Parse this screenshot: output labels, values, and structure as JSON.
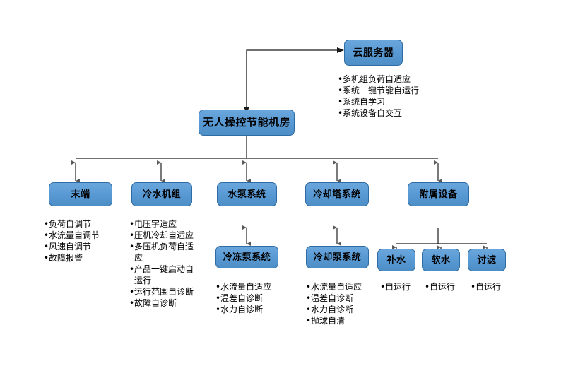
{
  "diagram": {
    "title_node": "无人操控节能机房",
    "cloud_node": "云服务器",
    "cloud_bullets": [
      "多机组负荷自适应",
      "系统一键节能自运行",
      "系统自学习",
      "系统设备自交互"
    ],
    "branches": [
      {
        "label": "末端",
        "bullets": [
          "负荷自调节",
          "水流量自调节",
          "风速自调节",
          "故障报警"
        ],
        "children": []
      },
      {
        "label": "冷水机组",
        "bullets": [
          "电压字适应",
          "压机冷却自适应",
          "多压机负荷自适应",
          "产品一键启动自运行",
          "运行范围自诊断",
          "故障自诊断"
        ],
        "children": []
      },
      {
        "label": "水泵系统",
        "bullets": [],
        "children": [
          {
            "label": "冷冻泵系统",
            "bullets": [
              "水流量自适应",
              "温差自诊断",
              "水力自诊断"
            ]
          }
        ]
      },
      {
        "label": "冷却塔系统",
        "bullets": [],
        "children": [
          {
            "label": "冷却泵系统",
            "bullets": [
              "水流量自适应",
              "温差自诊断",
              "水力自诊断",
              "抛球自清"
            ]
          }
        ]
      },
      {
        "label": "附属设备",
        "bullets": [],
        "children": [
          {
            "label": "补水",
            "bullets": [
              "自运行"
            ]
          },
          {
            "label": "软水",
            "bullets": [
              "自运行"
            ]
          },
          {
            "label": "讨滤",
            "bullets": [
              "自运行"
            ]
          }
        ]
      }
    ],
    "colors": {
      "node_fill": "#5b9bd5",
      "node_border": "#2f6ca4",
      "connector": "#595959",
      "text": "#000000",
      "background": "#ffffff"
    }
  }
}
